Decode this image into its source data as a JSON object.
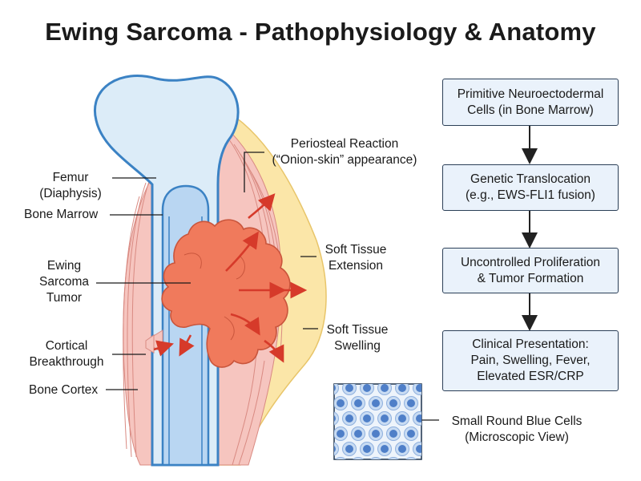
{
  "title": "Ewing Sarcoma - Pathophysiology & Anatomy",
  "labels": {
    "femur": [
      "Femur",
      "(Diaphysis)"
    ],
    "bone_marrow": "Bone Marrow",
    "tumor": [
      "Ewing",
      "Sarcoma",
      "Tumor"
    ],
    "cortical_breakthrough": [
      "Cortical",
      "Breakthrough"
    ],
    "bone_cortex": "Bone Cortex",
    "periosteal": [
      "Periosteal Reaction",
      "(“Onion-skin” appearance)"
    ],
    "soft_tissue_extension": [
      "Soft Tissue",
      "Extension"
    ],
    "soft_tissue_swelling": [
      "Soft Tissue",
      "Swelling"
    ],
    "microscopic": [
      "Small Round Blue Cells",
      "(Microscopic View)"
    ]
  },
  "flow": [
    {
      "lines": [
        "Primitive Neuroectodermal",
        "Cells (in Bone Marrow)"
      ]
    },
    {
      "lines": [
        "Genetic Translocation",
        "(e.g., EWS-FLI1 fusion)"
      ]
    },
    {
      "lines": [
        "Uncontrolled Proliferation",
        "& Tumor Formation"
      ]
    },
    {
      "lines": [
        "Clinical Presentation:",
        "Pain, Swelling, Fever,",
        "Elevated ESR/CRP"
      ]
    }
  ],
  "colors": {
    "bone": "#dcecf8",
    "marrow": "#b9d6f2",
    "outline": "#3b82c4",
    "tumor": "#f07a5c",
    "swelling": "#fbe6a8",
    "muscle": "#f6c5bf",
    "arrow": "#d63a2a",
    "cell": "#4f7fc8"
  }
}
